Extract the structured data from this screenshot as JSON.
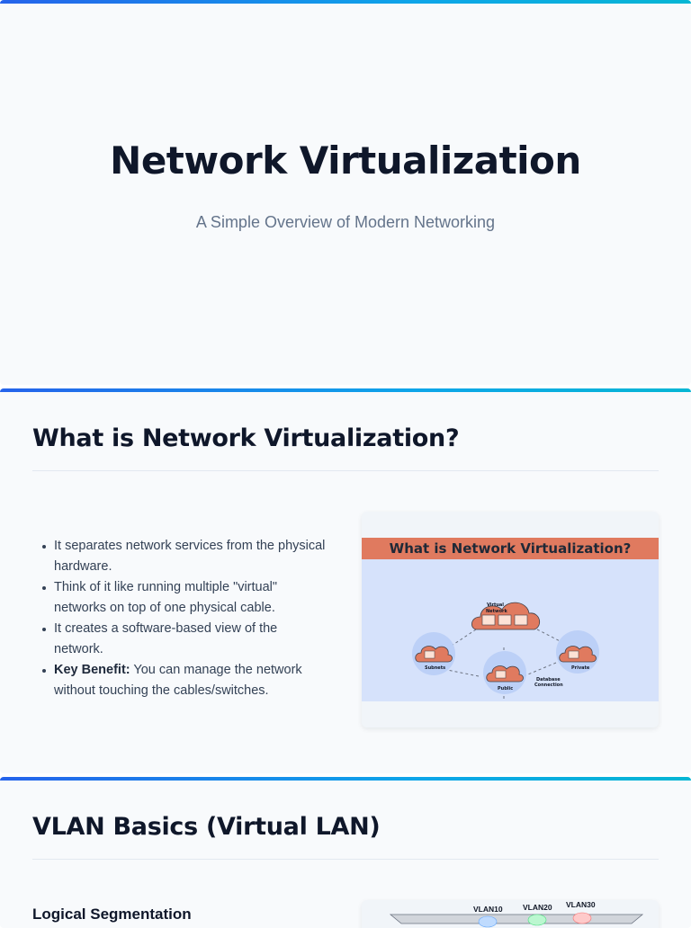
{
  "slide1": {
    "title": "Network Virtualization",
    "subtitle": "A Simple Overview of Modern Networking"
  },
  "slide2": {
    "heading": "What is Network Virtualization?",
    "bullets": [
      {
        "text": "It separates network services from the physical hardware."
      },
      {
        "text": "Think of it like running multiple \"virtual\" networks on top of one physical cable."
      },
      {
        "text": "It creates a software-based view of the network."
      },
      {
        "bold": "Key Benefit:",
        "text": " You can manage the network without touching the cables/switches."
      }
    ],
    "image": {
      "title": "What is Network Virtualization?",
      "labels": {
        "virtual_network": "Virtual Network",
        "subnets": "Subnets",
        "public": "Public",
        "private": "Private",
        "database": "Database Connection"
      }
    }
  },
  "slide3": {
    "heading": "VLAN Basics (Virtual LAN)",
    "subheading": "Logical Segmentation",
    "image": {
      "vlans": [
        "VLAN10",
        "VLAN20",
        "VLAN30"
      ]
    }
  },
  "colors": {
    "accent_gradient_start": "#2563eb",
    "accent_gradient_end": "#06b6d4",
    "title": "#0f172a",
    "subtitle": "#64748b",
    "image_banner": "#e07a5f",
    "image_background": "#d6e2fb",
    "cloud": "#e07a5f"
  }
}
